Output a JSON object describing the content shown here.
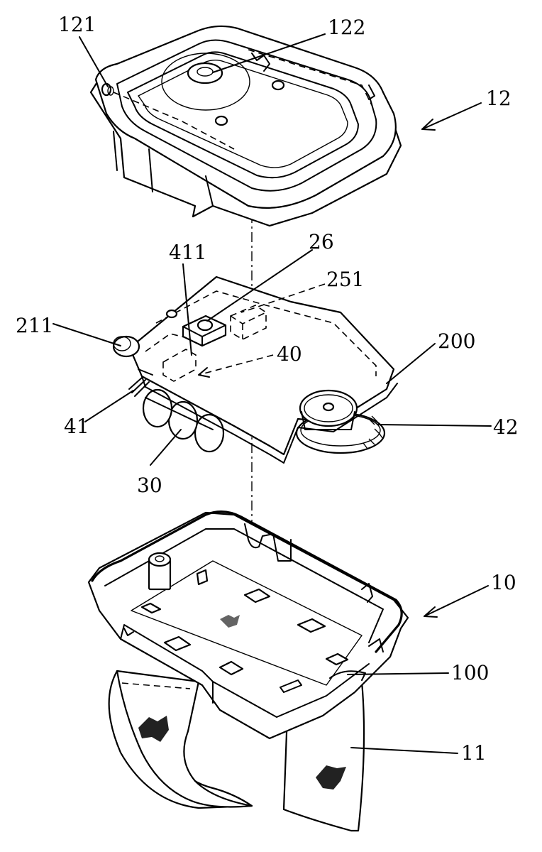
{
  "labels": {
    "l121": "121",
    "l122": "122",
    "l12": "12",
    "l411": "411",
    "l26": "26",
    "l251": "251",
    "l211": "211",
    "l40": "40",
    "l200": "200",
    "l41": "41",
    "l42": "42",
    "l30": "30",
    "l10": "10",
    "l100": "100",
    "l11": "11"
  }
}
